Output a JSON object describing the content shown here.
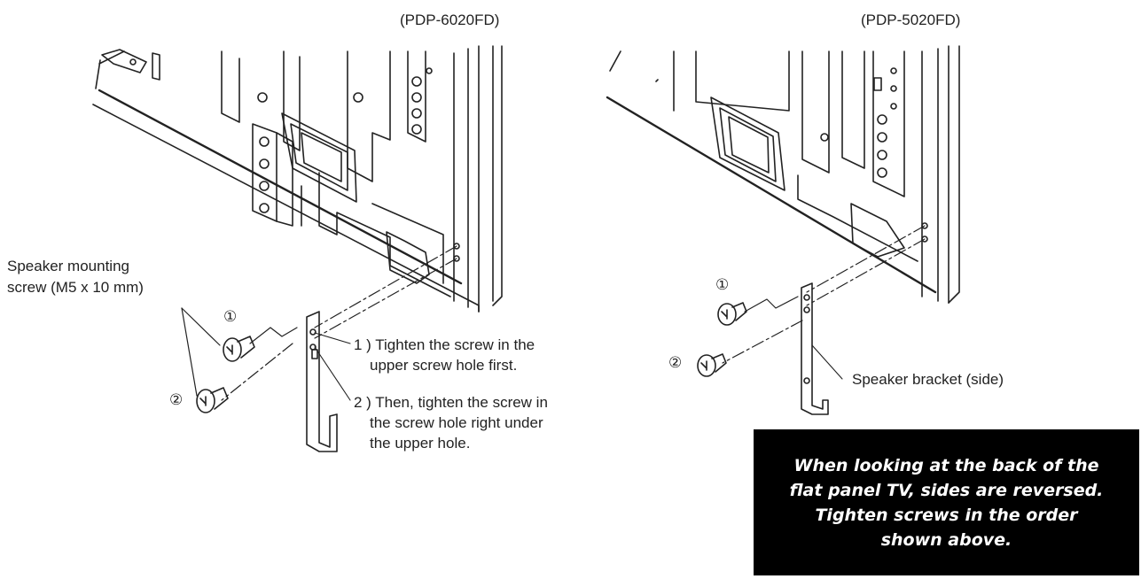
{
  "left": {
    "model": "(PDP-6020FD)",
    "screw_label_line1": "Speaker mounting",
    "screw_label_line2": "screw (M5 x 10 mm)",
    "marker1": "①",
    "marker2": "②",
    "step1_line1": "1 ) Tighten the screw in the",
    "step1_line2": "upper screw hole first.",
    "step2_line1": "2 ) Then, tighten the screw in",
    "step2_line2": "the screw hole right under",
    "step2_line3": "the upper hole."
  },
  "right": {
    "model": "(PDP-5020FD)",
    "marker1": "①",
    "marker2": "②",
    "bracket_label": "Speaker bracket (side)"
  },
  "notice": {
    "text": "When looking at the back of the\nflat panel TV, sides are reversed.\nTighten screws in the order\nshown above."
  },
  "colors": {
    "line": "#222222",
    "notice_bg": "#000000",
    "notice_text": "#ffffff"
  }
}
